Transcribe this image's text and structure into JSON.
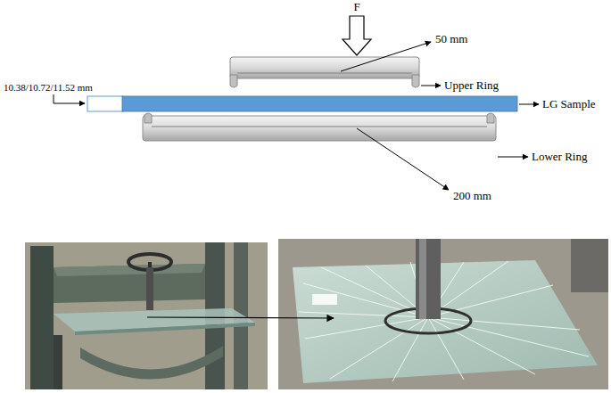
{
  "diagram": {
    "labels": [
      "F",
      "50 mm",
      "Upper Ring",
      "10.38/10.72/11.52 mm",
      "LG Sample",
      "Lower Ring",
      "200 mm"
    ]
  }
}
